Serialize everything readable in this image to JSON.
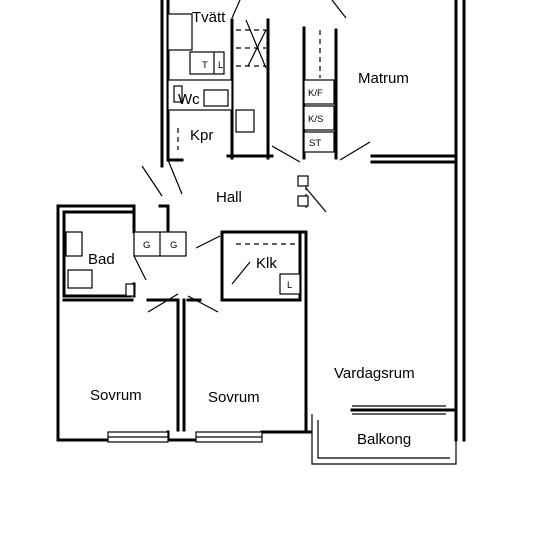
{
  "rooms": {
    "laundry": "Tvätt",
    "wc": "Wc",
    "closet": "Kpr",
    "master": "Matrum",
    "hall": "Hall",
    "bath": "Bad",
    "wardrobe": "Klk",
    "bedroom1": "Sovrum",
    "bedroom2": "Sovrum",
    "living": "Vardagsrum",
    "balcony": "Balkong"
  },
  "fixtures": {
    "dryer_t": "T",
    "dryer_l": "L",
    "fridge": "K/F",
    "freezer": "K/S",
    "stove": "ST",
    "meter_1": "G",
    "meter_2": "G",
    "wardrobe_l": "L"
  }
}
